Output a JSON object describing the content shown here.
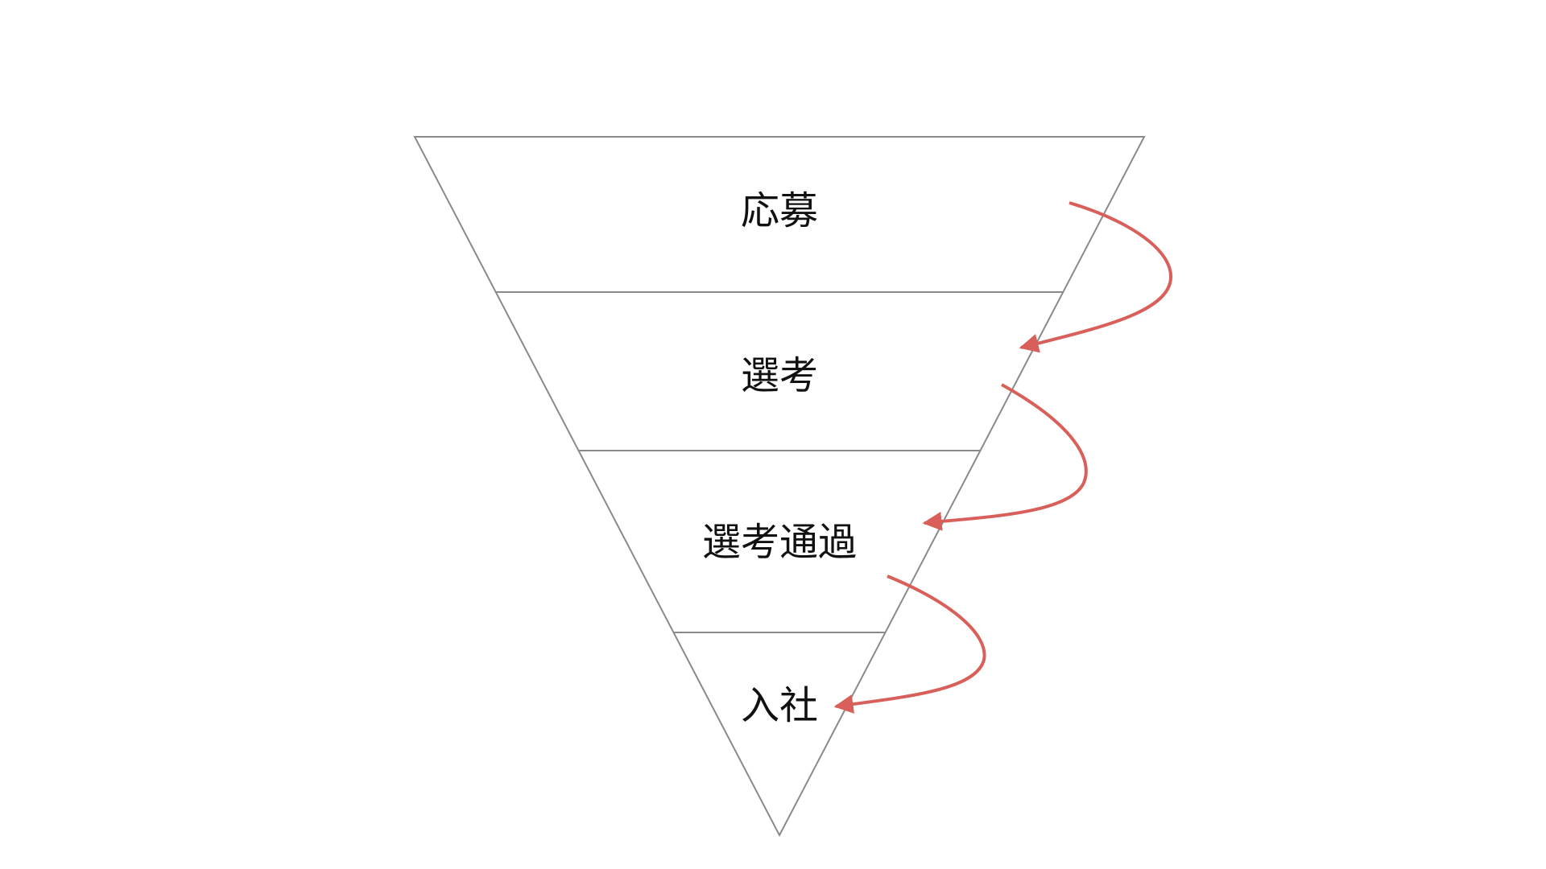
{
  "diagram": {
    "type": "inverted-funnel",
    "stages": [
      {
        "label": "応募"
      },
      {
        "label": "選考"
      },
      {
        "label": "選考通過"
      },
      {
        "label": "入社"
      }
    ],
    "transitions": [
      {
        "from": "応募",
        "to": "選考"
      },
      {
        "from": "選考",
        "to": "選考通過"
      },
      {
        "from": "選考通過",
        "to": "入社"
      }
    ],
    "colors": {
      "background": "#ffffff",
      "funnel_outline": "#8a8a8a",
      "arrow": "#d9605a",
      "text": "#111111"
    }
  }
}
